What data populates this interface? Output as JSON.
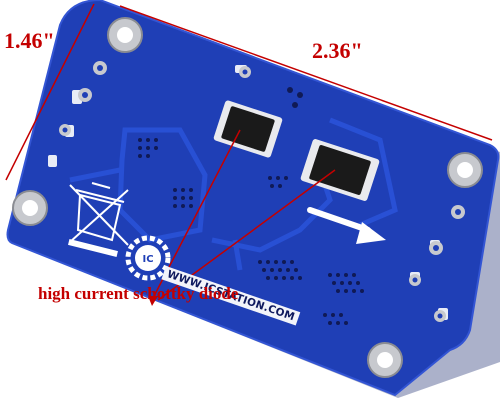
{
  "dimensions": {
    "height_label": "1.46\"",
    "width_label": "2.36\""
  },
  "callout": {
    "line1": "high current schottky diode",
    "line2": ""
  },
  "board": {
    "silkscreen_url": "WWW.ICSTATION.COM",
    "logo_text": "IC"
  },
  "colors": {
    "board_blue": "#1f3fb6",
    "board_edge": "#2c4fd0",
    "trace_blue": "#2a52d8",
    "annotation_red": "#c40000",
    "component_black": "#1a1a1a",
    "pad_silver": "#d9dade"
  },
  "icons": [
    "recycle-bin-crossed-icon",
    "gear-logo-icon",
    "direction-arrow-icon"
  ]
}
